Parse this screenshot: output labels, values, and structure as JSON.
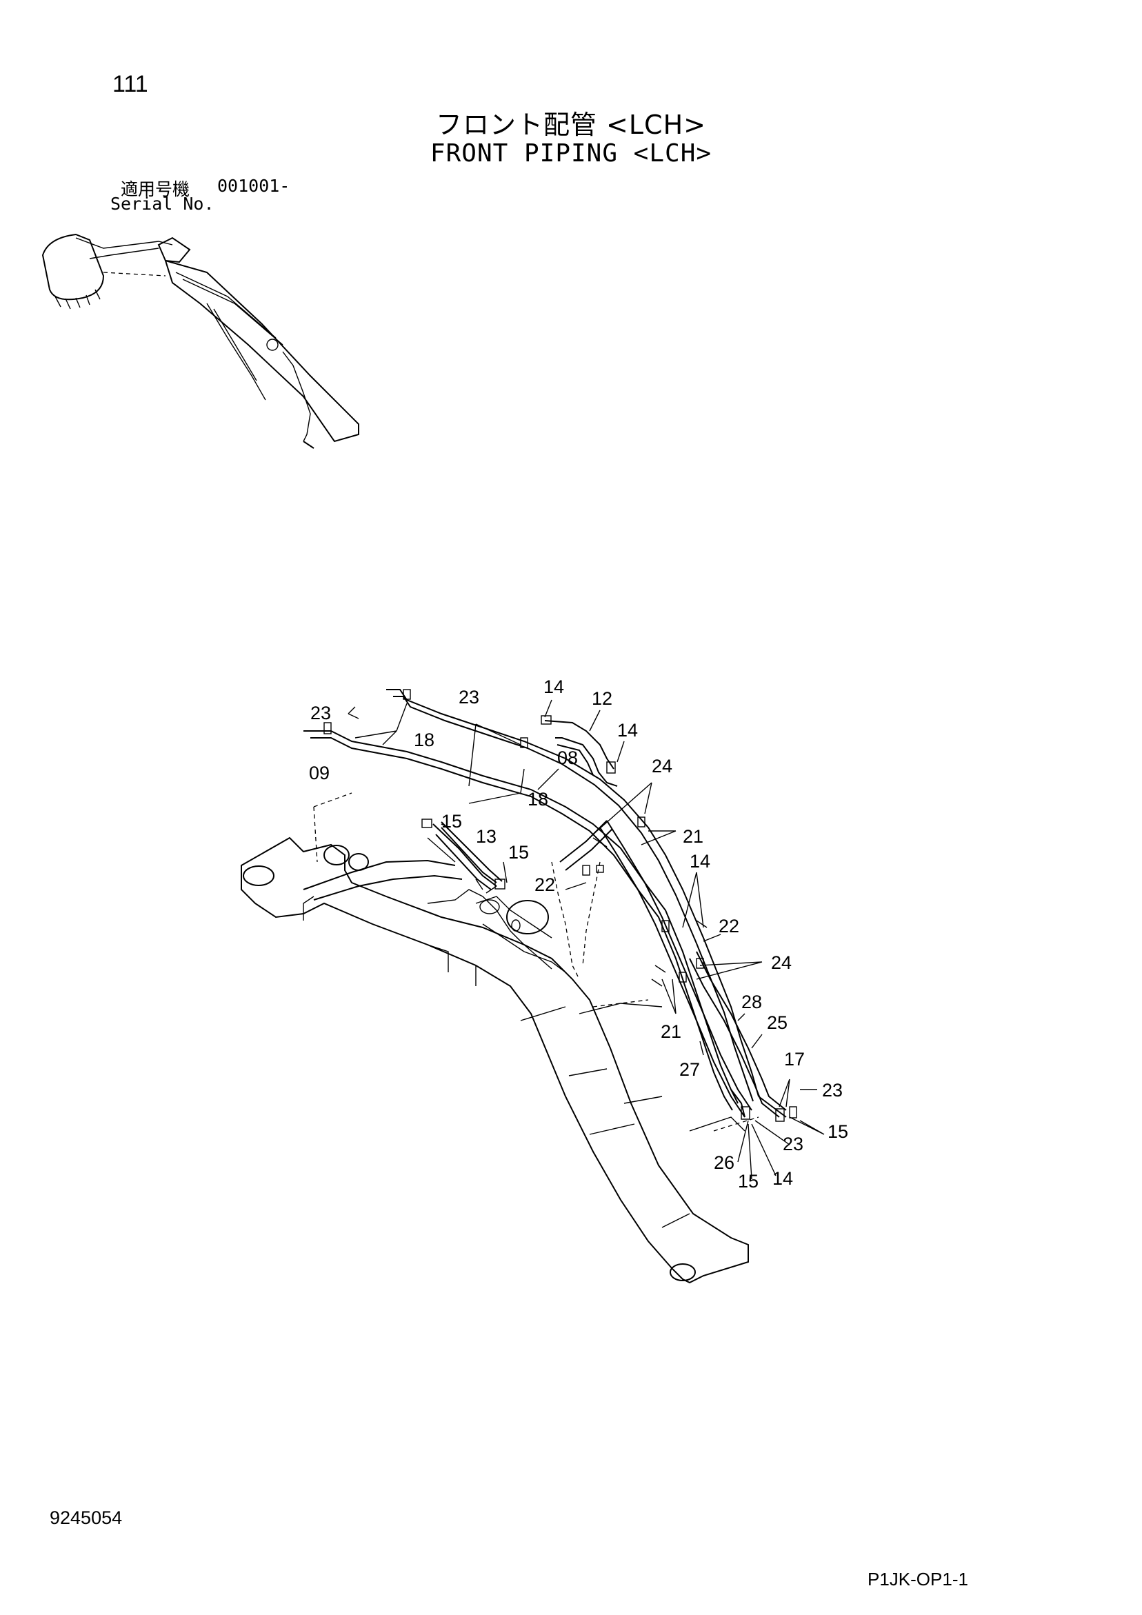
{
  "page": {
    "number": "111",
    "title_jp": "フロント配管 <LCH>",
    "title_en": "FRONT PIPING <LCH>",
    "serial_label_jp": "適用号機",
    "serial_value": "001001-",
    "serial_label_en": "Serial No.",
    "document_number": "9245054",
    "drawing_code": "P1JK-OP1-1"
  },
  "callouts": {
    "c23a": "23",
    "c18a": "18",
    "c09": "09",
    "c23b": "23",
    "c18b": "18",
    "c14a": "14",
    "c12": "12",
    "c14b": "14",
    "c08": "08",
    "c24a": "24",
    "c15a": "15",
    "c13": "13",
    "c15b": "15",
    "c22a": "22",
    "c21a": "21",
    "c14c": "14",
    "c22b": "22",
    "c24b": "24",
    "c21b": "21",
    "c28": "28",
    "c25": "25",
    "c27": "27",
    "c17": "17",
    "c23c": "23",
    "c15c": "15",
    "c23d": "23",
    "c26": "26",
    "c15d": "15",
    "c14d": "14"
  }
}
